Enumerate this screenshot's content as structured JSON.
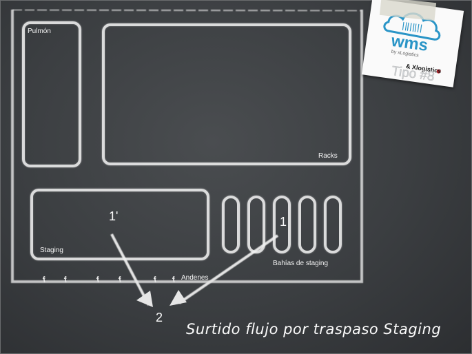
{
  "diagram": {
    "areas": {
      "pulmon": "Pulmón",
      "racks": "Racks",
      "staging": "Staging",
      "bahias": "Bahías de staging",
      "andenes": "Andenes"
    },
    "markers": {
      "one_prime": "1'",
      "one": "1",
      "two": "2"
    },
    "dock_symbols": [
      "f",
      "f",
      "f",
      "f",
      "f",
      "f"
    ],
    "caption": "Surtido flujo por traspaso Staging"
  },
  "badge": {
    "logo": "wms",
    "logo_sub": "by xLogistics",
    "brand": "& Xlogistics",
    "tipo": "Tipo #8"
  },
  "colors": {
    "chalkboard": "#3b3e41",
    "chalk": "#f0f0f0",
    "logo_blue": "#2a95c7",
    "logo_red": "#c0262f"
  }
}
